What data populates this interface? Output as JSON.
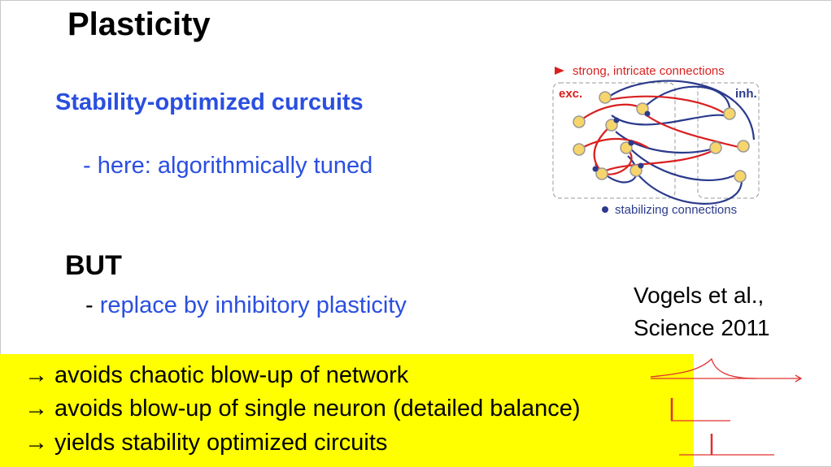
{
  "slide": {
    "title": "Plasticity",
    "subtitle": "Stability-optimized curcuits",
    "bullet1": "- here: algorithmically tuned",
    "but": "BUT",
    "bullet2_dash": "- ",
    "bullet2_text": "replace by inhibitory plasticity",
    "citation_line1": "Vogels et al.,",
    "citation_line2": "Science 2011",
    "conclusions": [
      "→ avoids chaotic blow-up of network",
      "→ avoids blow-up of single neuron (detailed balance)",
      "→ yields stability optimized circuits"
    ]
  },
  "figure": {
    "legend_strong": "strong, intricate connections",
    "label_exc": "exc.",
    "label_inh": "inh.",
    "legend_stabilizing": "stabilizing connections"
  },
  "colors": {
    "accent_blue": "#2a4fe0",
    "highlight_yellow": "#ffff00",
    "excitatory_red": "#d92020",
    "inhibitory_navy": "#2a3a8c",
    "neuron_fill": "#f7d56a"
  }
}
